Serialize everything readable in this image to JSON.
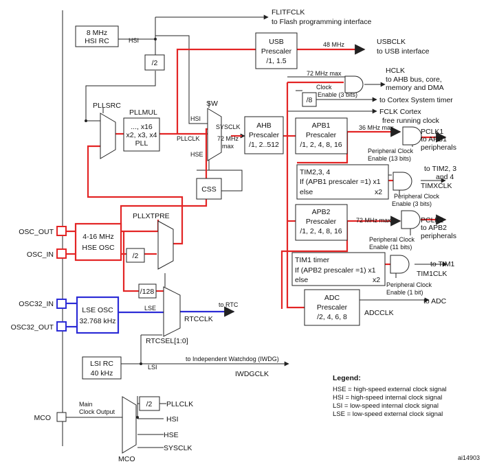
{
  "sources": {
    "hsi_rc": [
      "8 MHz",
      "HSI RC"
    ],
    "hse_osc": [
      "4-16 MHz",
      "HSE OSC"
    ],
    "lse_osc": [
      "LSE OSC",
      "32.768 kHz"
    ],
    "lsi_rc": [
      "LSI RC",
      "40 kHz"
    ]
  },
  "pins": {
    "osc_out": "OSC_OUT",
    "osc_in": "OSC_IN",
    "osc32_in": "OSC32_IN",
    "osc32_out": "OSC32_OUT",
    "mco": "MCO"
  },
  "signals": {
    "hsi": "HSI",
    "hse": "HSE",
    "lse": "LSE",
    "lsi": "LSI",
    "sysclk": "SYSCLK",
    "pllclk": "PLLCLK",
    "flitfclk": "FLITFCLK",
    "flash_interface": "to Flash programming interface",
    "usbclk": "USBCLK",
    "usb_interface": "to USB interface",
    "usb_freq": "48 MHz",
    "sysclk_max": [
      "72 MHz",
      "max"
    ],
    "ahb_max": "72 MHz max",
    "hclk": "HCLK",
    "hclk_desc": [
      "to AHB bus, core,",
      "memory and DMA"
    ],
    "clock_enable": [
      "Clock",
      "Enable (3 bits)"
    ],
    "cortex_timer": "to Cortex System timer",
    "fclk": "FCLK Cortex",
    "fclk_desc": "free running clock",
    "apb1_max": "36 MHz max",
    "pclk1": "PCLK1",
    "pclk1_desc": [
      "to APB1",
      "peripherals"
    ],
    "periph_en_13": [
      "Peripheral Clock",
      "Enable (13 bits)"
    ],
    "tim234_to": [
      "to TIM2, 3",
      "and 4"
    ],
    "timxclk": "TIMXCLK",
    "periph_en_3": [
      "Peripheral Clock",
      "Enable (3 bits)"
    ],
    "apb2_max": "72 MHz max",
    "pclk2": "PCLK2",
    "pclk2_desc": [
      "to APB2",
      "peripherals"
    ],
    "periph_en_11": [
      "Peripheral Clock",
      "Enable (11 bits)"
    ],
    "to_tim1": "to TIM1",
    "tim1clk": "TIM1CLK",
    "periph_en_1": [
      "Peripheral Clock",
      "Enable (1 bit)"
    ],
    "to_adc": "to ADC",
    "adcclk": "ADCCLK",
    "to_rtc": "to RTC",
    "rtcclk": "RTCCLK",
    "rtcsel": "RTCSEL[1:0]",
    "to_iwdg": "to Independent Watchdog (IWDG)",
    "iwdgclk": "IWDGCLK",
    "mco_desc": [
      "Main",
      "Clock Output"
    ],
    "mco_in": {
      "pllclk": "PLLCLK",
      "hsi": "HSI",
      "hse": "HSE",
      "sysclk": "SYSCLK"
    },
    "mco_mux": "MCO"
  },
  "blocks": {
    "div2_hsi": "/2",
    "div2_hse": "/2",
    "div2_mco": "/2",
    "div128": "/128",
    "div8": "/8",
    "pllsrc": "PLLSRC",
    "pllmul_title": "PLLMUL",
    "pllmul": [
      "..., x16",
      "x2, x3, x4",
      "PLL"
    ],
    "sw": "SW",
    "css": "CSS",
    "pllxtpre": "PLLXTPRE",
    "usb_prescaler": [
      "USB",
      "Prescaler",
      "/1, 1.5"
    ],
    "ahb_prescaler": [
      "AHB",
      "Prescaler",
      "/1, 2..512"
    ],
    "apb1_prescaler": [
      "APB1",
      "Prescaler",
      "/1, 2, 4, 8, 16"
    ],
    "apb2_prescaler": [
      "APB2",
      "Prescaler",
      "/1, 2, 4, 8, 16"
    ],
    "tim234": [
      "TIM2,3, 4",
      "If (APB1 prescaler =1) x1",
      "else",
      "x2"
    ],
    "tim1": [
      "TIM1 timer",
      "If (APB2 prescaler =1) x1",
      "else",
      "x2"
    ],
    "adc_prescaler": [
      "ADC",
      "Prescaler",
      "/2, 4, 6, 8"
    ]
  },
  "legend": {
    "title": "Legend:",
    "items": [
      "HSE = high-speed external clock signal",
      "HSI = high-speed internal clock signal",
      "LSI = low-speed internal clock signal",
      "LSE = low-speed external clock signal"
    ]
  },
  "figure_id": "ai14903"
}
